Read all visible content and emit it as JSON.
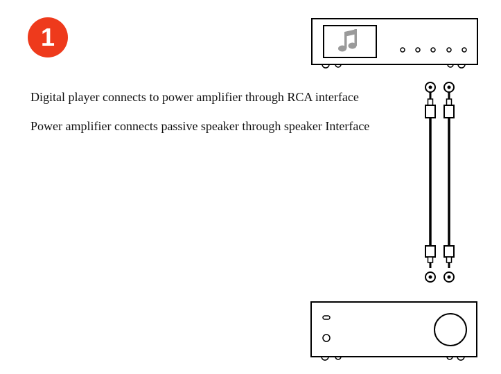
{
  "step": {
    "number": "1",
    "color": "#ee3a1c"
  },
  "captions": [
    "Digital player connects to power amplifier through RCA interface",
    "Power amplifier connects passive speaker through speaker Interface"
  ],
  "devices": {
    "player": {
      "display_icon": "music-note-icon"
    },
    "amplifier": {
      "knob_icon": "volume-knob-icon"
    }
  },
  "colors": {
    "line": "#000000",
    "music_note": "#9a9a9a"
  }
}
